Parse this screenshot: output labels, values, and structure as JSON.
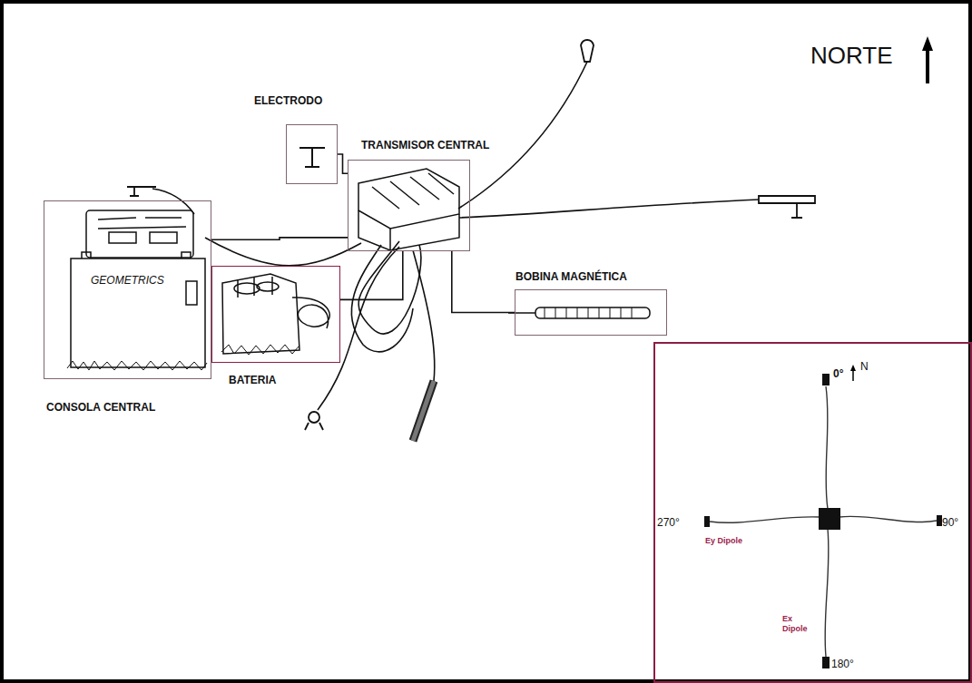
{
  "diagram": {
    "nodes": [
      {
        "text": [
          "ELECTRODO"
        ]
      },
      {
        "text": [
          "TRANSMISOR CENTRAL"
        ]
      },
      {
        "text": [
          "CONSOLA CENTRAL"
        ]
      },
      {
        "text": [
          "BATERIA"
        ]
      },
      {
        "text": [
          "BOBINA MAGNÉTICA"
        ]
      },
      {
        "text": [
          "0°",
          "N",
          "90°",
          "180°",
          "270°",
          "Ey Dipole",
          "Ex Dipole"
        ]
      }
    ],
    "edges": [
      {
        "from": 0,
        "to": 1,
        "arrow": "none"
      },
      {
        "from": 2,
        "to": 1,
        "arrow": "none"
      },
      {
        "from": 3,
        "to": 1,
        "arrow": "none"
      },
      {
        "from": 4,
        "to": 1,
        "arrow": "none"
      }
    ],
    "labels": [
      "NORTE",
      "GEOMETRICS"
    ]
  }
}
